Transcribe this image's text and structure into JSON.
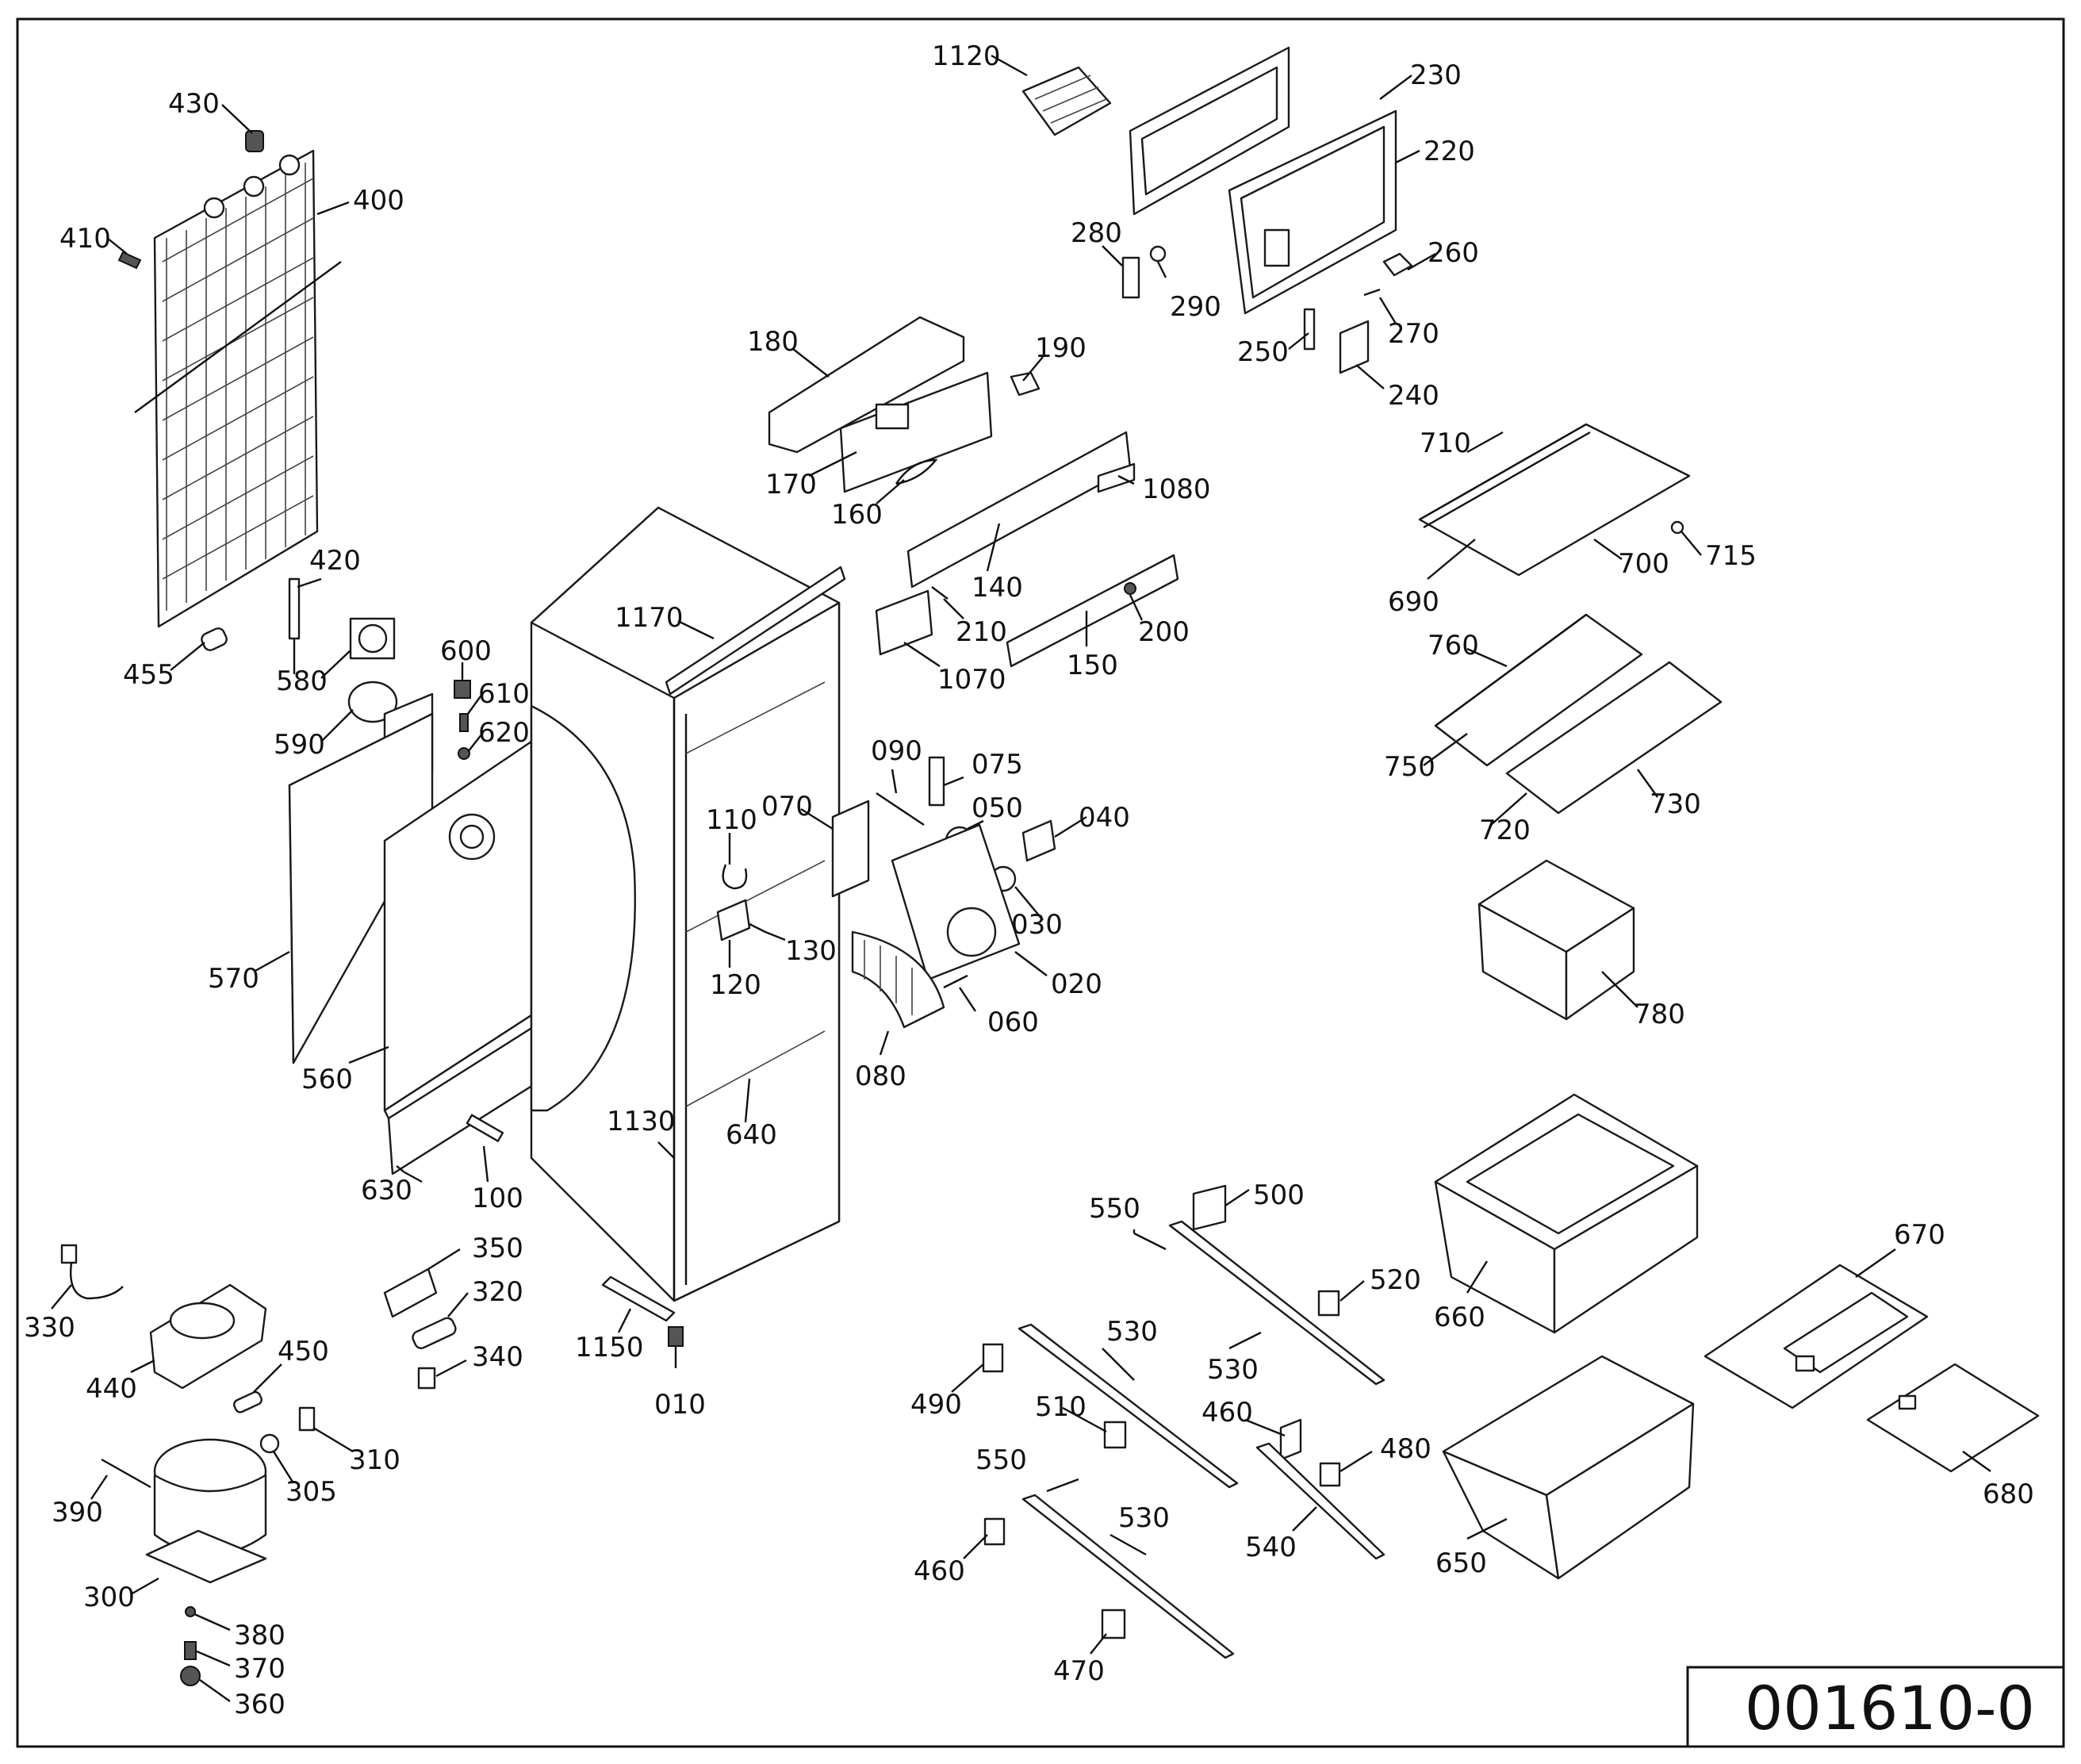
{
  "drawing_code": "001610-0",
  "labels": [
    {
      "id": "p1120",
      "text": "1120"
    },
    {
      "id": "p230",
      "text": "230"
    },
    {
      "id": "p220",
      "text": "220"
    },
    {
      "id": "p280",
      "text": "280"
    },
    {
      "id": "p290",
      "text": "290"
    },
    {
      "id": "p260",
      "text": "260"
    },
    {
      "id": "p270",
      "text": "270"
    },
    {
      "id": "p250",
      "text": "250"
    },
    {
      "id": "p240",
      "text": "240"
    },
    {
      "id": "p430",
      "text": "430"
    },
    {
      "id": "p400",
      "text": "400"
    },
    {
      "id": "p410",
      "text": "410"
    },
    {
      "id": "p420",
      "text": "420"
    },
    {
      "id": "p455",
      "text": "455"
    },
    {
      "id": "p580",
      "text": "580"
    },
    {
      "id": "p590",
      "text": "590"
    },
    {
      "id": "p600",
      "text": "600"
    },
    {
      "id": "p610",
      "text": "610"
    },
    {
      "id": "p620",
      "text": "620"
    },
    {
      "id": "p570",
      "text": "570"
    },
    {
      "id": "p560",
      "text": "560"
    },
    {
      "id": "p630",
      "text": "630"
    },
    {
      "id": "p100",
      "text": "100"
    },
    {
      "id": "p180",
      "text": "180"
    },
    {
      "id": "p190",
      "text": "190"
    },
    {
      "id": "p170",
      "text": "170"
    },
    {
      "id": "p160",
      "text": "160"
    },
    {
      "id": "p1080",
      "text": "1080"
    },
    {
      "id": "p140",
      "text": "140"
    },
    {
      "id": "p210",
      "text": "210"
    },
    {
      "id": "p200",
      "text": "200"
    },
    {
      "id": "p1070",
      "text": "1070"
    },
    {
      "id": "p150",
      "text": "150"
    },
    {
      "id": "p1170",
      "text": "1170"
    },
    {
      "id": "p710",
      "text": "710"
    },
    {
      "id": "p715",
      "text": "715"
    },
    {
      "id": "p700",
      "text": "700"
    },
    {
      "id": "p690",
      "text": "690"
    },
    {
      "id": "p760",
      "text": "760"
    },
    {
      "id": "p750",
      "text": "750"
    },
    {
      "id": "p730",
      "text": "730"
    },
    {
      "id": "p720",
      "text": "720"
    },
    {
      "id": "p780",
      "text": "780"
    },
    {
      "id": "p090",
      "text": "090"
    },
    {
      "id": "p075",
      "text": "075"
    },
    {
      "id": "p070",
      "text": "070"
    },
    {
      "id": "p050",
      "text": "050"
    },
    {
      "id": "p040",
      "text": "040"
    },
    {
      "id": "p110",
      "text": "110"
    },
    {
      "id": "p030",
      "text": "030"
    },
    {
      "id": "p130",
      "text": "130"
    },
    {
      "id": "p120",
      "text": "120"
    },
    {
      "id": "p020",
      "text": "020"
    },
    {
      "id": "p060",
      "text": "060"
    },
    {
      "id": "p080",
      "text": "080"
    },
    {
      "id": "p1130",
      "text": "1130"
    },
    {
      "id": "p640",
      "text": "640"
    },
    {
      "id": "p330",
      "text": "330"
    },
    {
      "id": "p440",
      "text": "440"
    },
    {
      "id": "p350",
      "text": "350"
    },
    {
      "id": "p320",
      "text": "320"
    },
    {
      "id": "p340",
      "text": "340"
    },
    {
      "id": "p450",
      "text": "450"
    },
    {
      "id": "p310",
      "text": "310"
    },
    {
      "id": "p305",
      "text": "305"
    },
    {
      "id": "p390",
      "text": "390"
    },
    {
      "id": "p300",
      "text": "300"
    },
    {
      "id": "p380",
      "text": "380"
    },
    {
      "id": "p370",
      "text": "370"
    },
    {
      "id": "p360",
      "text": "360"
    },
    {
      "id": "p1150",
      "text": "1150"
    },
    {
      "id": "p010",
      "text": "010"
    },
    {
      "id": "p550a",
      "text": "550"
    },
    {
      "id": "p500",
      "text": "500"
    },
    {
      "id": "p520",
      "text": "520"
    },
    {
      "id": "p530a",
      "text": "530"
    },
    {
      "id": "p530b",
      "text": "530"
    },
    {
      "id": "p490",
      "text": "490"
    },
    {
      "id": "p510",
      "text": "510"
    },
    {
      "id": "p460a",
      "text": "460"
    },
    {
      "id": "p480",
      "text": "480"
    },
    {
      "id": "p550b",
      "text": "550"
    },
    {
      "id": "p540",
      "text": "540"
    },
    {
      "id": "p530c",
      "text": "530"
    },
    {
      "id": "p460b",
      "text": "460"
    },
    {
      "id": "p470",
      "text": "470"
    },
    {
      "id": "p660",
      "text": "660"
    },
    {
      "id": "p670",
      "text": "670"
    },
    {
      "id": "p650",
      "text": "650"
    },
    {
      "id": "p680",
      "text": "680"
    }
  ]
}
